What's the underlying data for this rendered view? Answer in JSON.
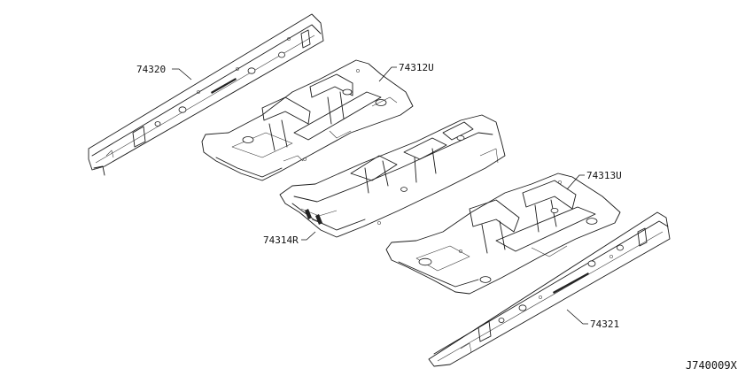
{
  "parts": [
    {
      "id": "rail-left",
      "number": "74320"
    },
    {
      "id": "floor-front-rh",
      "number": "74312U"
    },
    {
      "id": "floor-center",
      "number": "74314R"
    },
    {
      "id": "floor-front-lh",
      "number": "74313U"
    },
    {
      "id": "rail-right",
      "number": "74321"
    }
  ],
  "diagram_code": "J740009X"
}
